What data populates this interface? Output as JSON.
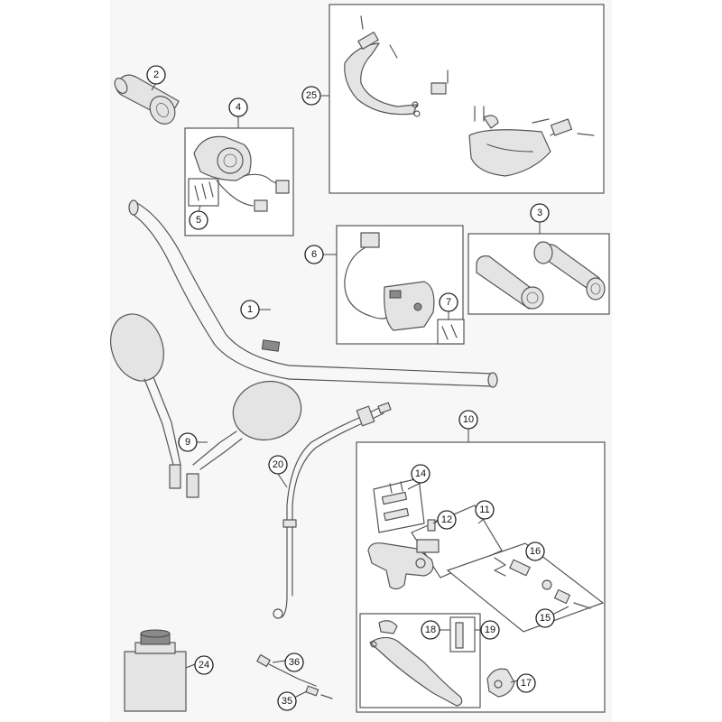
{
  "callouts": [
    {
      "id": "1",
      "label": "1"
    },
    {
      "id": "2",
      "label": "2"
    },
    {
      "id": "3",
      "label": "3"
    },
    {
      "id": "4",
      "label": "4"
    },
    {
      "id": "5",
      "label": "5"
    },
    {
      "id": "6",
      "label": "6"
    },
    {
      "id": "7",
      "label": "7"
    },
    {
      "id": "9",
      "label": "9"
    },
    {
      "id": "10",
      "label": "10"
    },
    {
      "id": "11",
      "label": "11"
    },
    {
      "id": "12",
      "label": "12"
    },
    {
      "id": "14",
      "label": "14"
    },
    {
      "id": "15",
      "label": "15"
    },
    {
      "id": "16",
      "label": "16"
    },
    {
      "id": "17",
      "label": "17"
    },
    {
      "id": "18",
      "label": "18"
    },
    {
      "id": "19",
      "label": "19"
    },
    {
      "id": "20",
      "label": "20"
    },
    {
      "id": "24",
      "label": "24"
    },
    {
      "id": "25",
      "label": "25"
    },
    {
      "id": "35",
      "label": "35"
    },
    {
      "id": "36",
      "label": "36"
    }
  ]
}
